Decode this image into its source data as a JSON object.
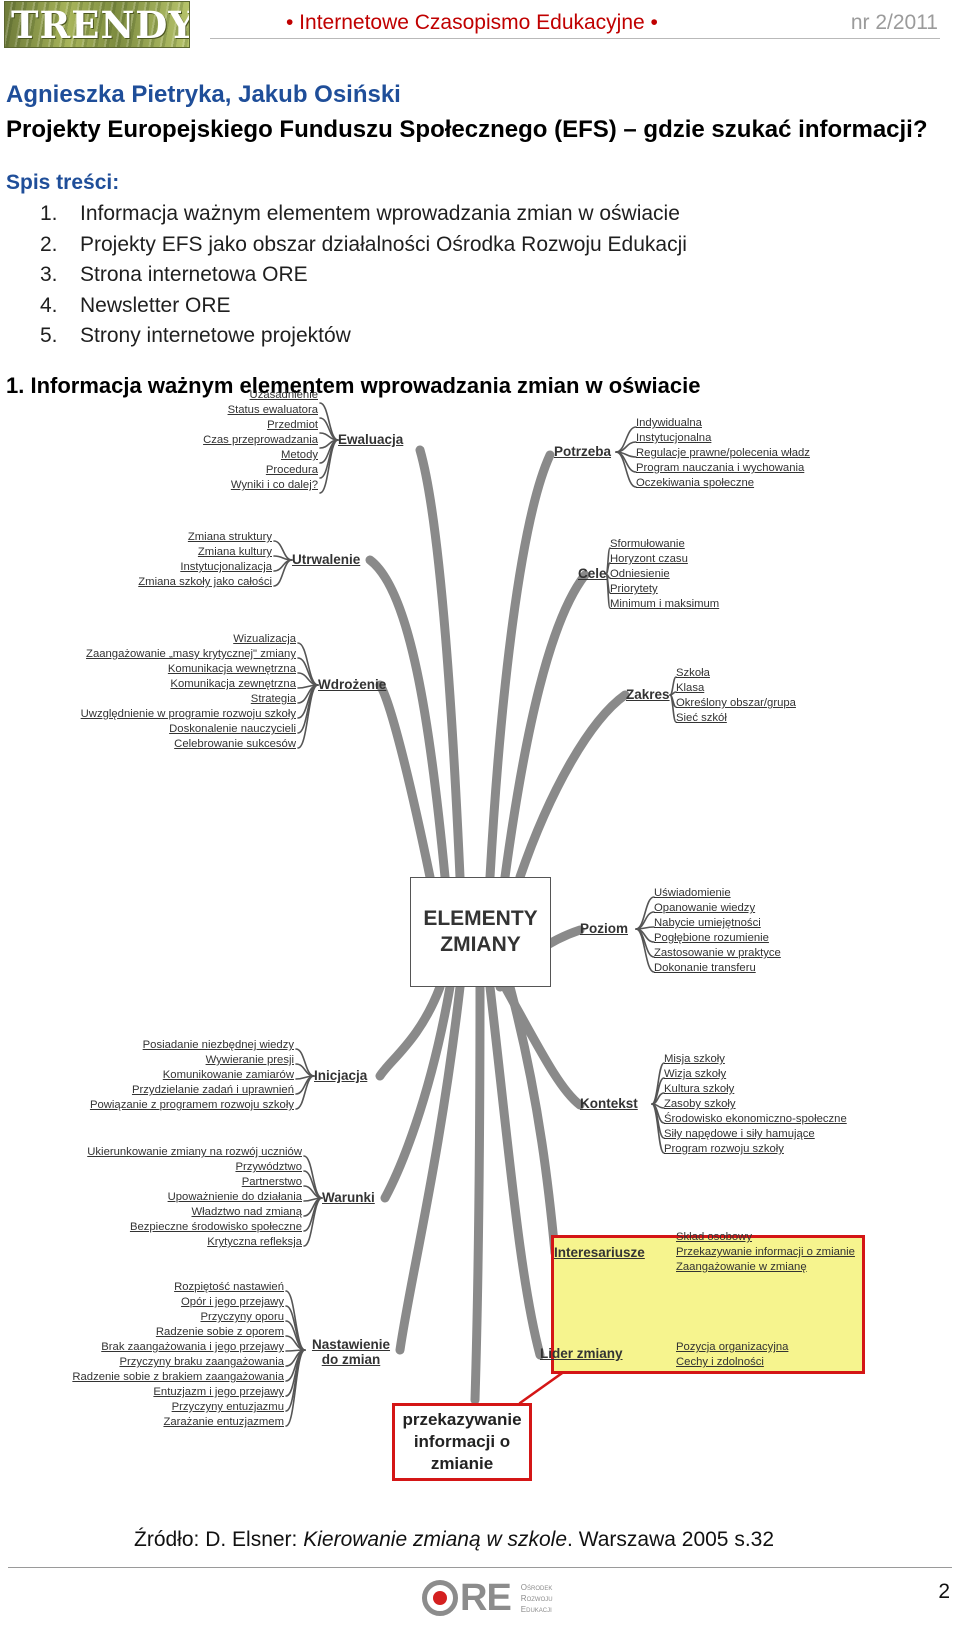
{
  "header": {
    "logo_text": "TRENDY",
    "journal": "• Internetowe Czasopismo Edukacyjne •",
    "issue": "nr 2/2011"
  },
  "article": {
    "authors": "Agnieszka Pietryka, Jakub Osiński",
    "title": "Projekty Europejskiego Funduszu Społecznego (EFS) – gdzie szukać informacji?"
  },
  "toc": {
    "heading": "Spis treści:",
    "items": [
      {
        "num": "1.",
        "label": "Informacja ważnym elementem wprowadzania zmian w oświacie"
      },
      {
        "num": "2.",
        "label": "Projekty EFS jako obszar działalności Ośrodka Rozwoju Edukacji"
      },
      {
        "num": "3.",
        "label": "Strona internetowa ORE"
      },
      {
        "num": "4.",
        "label": "Newsletter ORE"
      },
      {
        "num": "5.",
        "label": "Strony internetowe projektów"
      }
    ]
  },
  "section": {
    "heading": "1. Informacja ważnym elementem wprowadzania zmian w oświacie"
  },
  "mindmap": {
    "center": "ELEMENTY ZMIANY",
    "callout": "przekazywanie informacji o zmianie",
    "left": [
      {
        "branch": "Ewaluacja",
        "leaves": [
          "Uzasadnienie",
          "Status ewaluatora",
          "Przedmiot",
          "Czas przeprowadzania",
          "Metody",
          "Procedura",
          "Wyniki i co dalej?"
        ]
      },
      {
        "branch": "Utrwalenie",
        "leaves": [
          "Zmiana struktury",
          "Zmiana kultury",
          "Instytucjonalizacja",
          "Zmiana szkoły jako całości"
        ]
      },
      {
        "branch": "Wdrożenie",
        "leaves": [
          "Wizualizacja",
          "Zaangażowanie „masy krytycznej\" zmiany",
          "Komunikacja wewnętrzna",
          "Komunikacja zewnętrzna",
          "Strategia",
          "Uwzględnienie w programie rozwoju szkoły",
          "Doskonalenie nauczycieli",
          "Celebrowanie sukcesów"
        ]
      },
      {
        "branch": "Inicjacja",
        "leaves": [
          "Posiadanie niezbędnej wiedzy",
          "Wywieranie presji",
          "Komunikowanie zamiarów",
          "Przydzielanie zadań i uprawnień",
          "Powiązanie z programem rozwoju szkoły"
        ]
      },
      {
        "branch": "Warunki",
        "leaves": [
          "Ukierunkowanie zmiany na rozwój uczniów",
          "Przywództwo",
          "Partnerstwo",
          "Upoważnienie do działania",
          "Władztwo nad zmianą",
          "Bezpieczne środowisko społeczne",
          "Krytyczna refleksja"
        ]
      },
      {
        "branch": "Nastawienie do zmian",
        "leaves": [
          "Rozpiętość nastawień",
          "Opór i jego przejawy",
          "Przyczyny oporu",
          "Radzenie sobie z oporem",
          "Brak zaangażowania i jego przejawy",
          "Przyczyny braku zaangażowania",
          "Radzenie sobie z brakiem zaangażowania",
          "Entuzjazm i jego przejawy",
          "Przyczyny entuzjazmu",
          "Zarażanie entuzjazmem"
        ]
      }
    ],
    "right": [
      {
        "branch": "Potrzeba",
        "leaves": [
          "Indywidualna",
          "Instytucjonalna",
          "Regulacje prawne/polecenia władz",
          "Program nauczania i wychowania",
          "Oczekiwania społeczne"
        ]
      },
      {
        "branch": "Cele",
        "leaves": [
          "Sformułowanie",
          "Horyzont czasu",
          "Odniesienie",
          "Priorytety",
          "Minimum i maksimum"
        ]
      },
      {
        "branch": "Zakres",
        "leaves": [
          "Szkoła",
          "Klasa",
          "Określony obszar/grupa",
          "Sieć szkół"
        ]
      },
      {
        "branch": "Poziom",
        "leaves": [
          "Uświadomienie",
          "Opanowanie wiedzy",
          "Nabycie umiejętności",
          "Pogłębione rozumienie",
          "Zastosowanie w praktyce",
          "Dokonanie transferu"
        ]
      },
      {
        "branch": "Kontekst",
        "leaves": [
          "Misja szkoły",
          "Wizja szkoły",
          "Kultura szkoły",
          "Zasoby szkoły",
          "Środowisko ekonomiczno-społeczne",
          "Siły napędowe i siły hamujące",
          "Program rozwoju szkoły"
        ]
      },
      {
        "branch": "Interesariusze",
        "leaves": [
          "Skład osobowy",
          "Przekazywanie informacji o zmianie",
          "Zaangażowanie w zmianę"
        ]
      },
      {
        "branch": "Lider zmiany",
        "leaves": [
          "Pozycja organizacyjna",
          "Cechy i zdolności"
        ]
      }
    ],
    "colors": {
      "highlight": "#f6f48e",
      "highlight_border": "#d41616",
      "branch_lines": "#8a8a8a"
    }
  },
  "source": {
    "prefix": "Źródło: D. Elsner: ",
    "book": "Kierowanie zmianą w szkole",
    "suffix": ". Warszawa 2005 s.32"
  },
  "footer": {
    "logo_letters": "RE",
    "logo_words": [
      "Ośrodek",
      "Rozwoju",
      "Edukacji"
    ],
    "page_number": "2"
  }
}
